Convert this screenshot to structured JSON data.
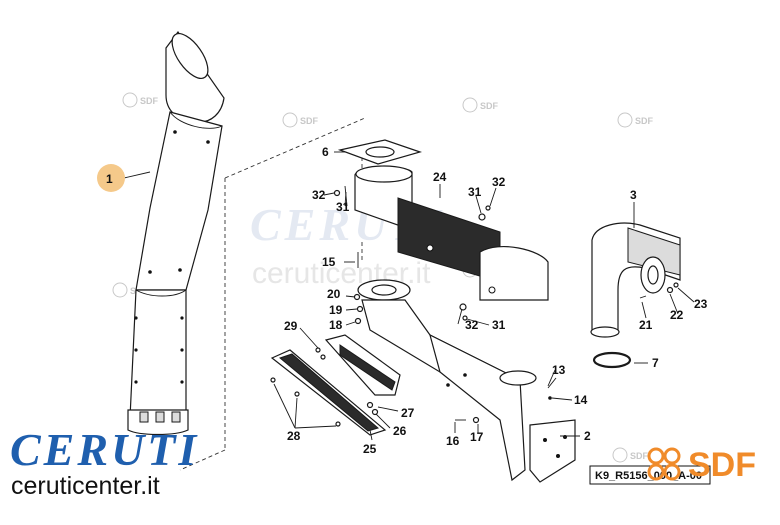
{
  "watermark": {
    "center_brand": "CERUTI",
    "center_url": "ceruticenter.it",
    "small_mark": "SDF"
  },
  "logo": {
    "brand": "CERUTI",
    "url": "ceruticenter.it",
    "color": "#1f5fae"
  },
  "sdf_logo": {
    "text": "SDF",
    "color": "#f08b2a"
  },
  "drawing_code": "K9_R5156_000_A-00",
  "highlight_color": "#f5c98a",
  "callouts": [
    {
      "id": "c1",
      "label": "1",
      "highlighted": true
    },
    {
      "id": "c2",
      "label": "2"
    },
    {
      "id": "c3",
      "label": "3"
    },
    {
      "id": "c6",
      "label": "6"
    },
    {
      "id": "c7",
      "label": "7"
    },
    {
      "id": "c13",
      "label": "13"
    },
    {
      "id": "c14",
      "label": "14"
    },
    {
      "id": "c15",
      "label": "15"
    },
    {
      "id": "c16",
      "label": "16"
    },
    {
      "id": "c17",
      "label": "17"
    },
    {
      "id": "c18",
      "label": "18"
    },
    {
      "id": "c19",
      "label": "19"
    },
    {
      "id": "c20",
      "label": "20"
    },
    {
      "id": "c21",
      "label": "21"
    },
    {
      "id": "c22",
      "label": "22"
    },
    {
      "id": "c23",
      "label": "23"
    },
    {
      "id": "c24",
      "label": "24"
    },
    {
      "id": "c25",
      "label": "25"
    },
    {
      "id": "c26",
      "label": "26"
    },
    {
      "id": "c27",
      "label": "27"
    },
    {
      "id": "c28",
      "label": "28"
    },
    {
      "id": "c29",
      "label": "29"
    },
    {
      "id": "c31a",
      "label": "31"
    },
    {
      "id": "c31b",
      "label": "31"
    },
    {
      "id": "c31c",
      "label": "31"
    },
    {
      "id": "c32a",
      "label": "32"
    },
    {
      "id": "c32b",
      "label": "32"
    },
    {
      "id": "c32c",
      "label": "32"
    }
  ]
}
